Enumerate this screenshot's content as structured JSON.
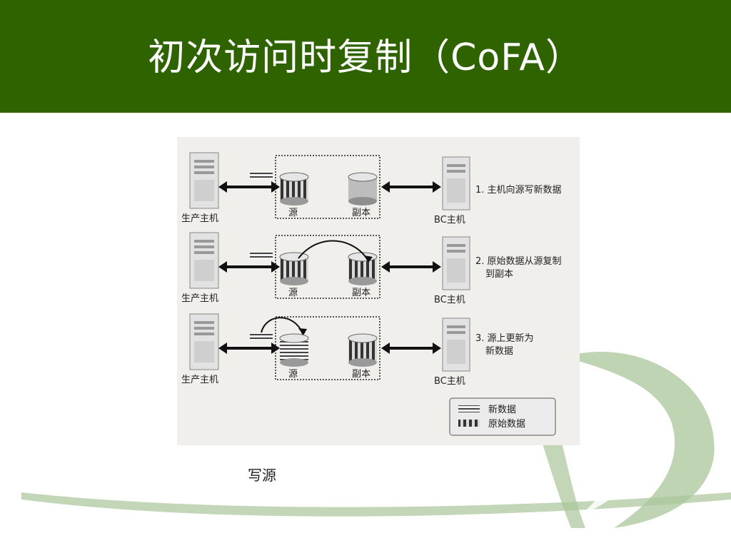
{
  "slide": {
    "title": "初次访问时复制（CoFA）",
    "caption": "写源"
  },
  "colors": {
    "header_bg": "#2f6300",
    "title_text": "#ffffff",
    "decoration_green": "#a9c69a"
  },
  "diagram": {
    "rows": [
      {
        "host_label": "生产主机",
        "source_label": "源",
        "replica_label": "副本",
        "bc_label": "BC主机",
        "step_text": [
          "1. 主机向源写新数据"
        ]
      },
      {
        "host_label": "生产主机",
        "source_label": "源",
        "replica_label": "副本",
        "bc_label": "BC主机",
        "step_text": [
          "2. 原始数据从源复制",
          "到副本"
        ]
      },
      {
        "host_label": "生产主机",
        "source_label": "源",
        "replica_label": "副本",
        "bc_label": "BC主机",
        "step_text": [
          "3. 源上更新为",
          "新数据"
        ]
      }
    ],
    "legend": {
      "new_data": "新数据",
      "original_data": "原始数据"
    }
  }
}
